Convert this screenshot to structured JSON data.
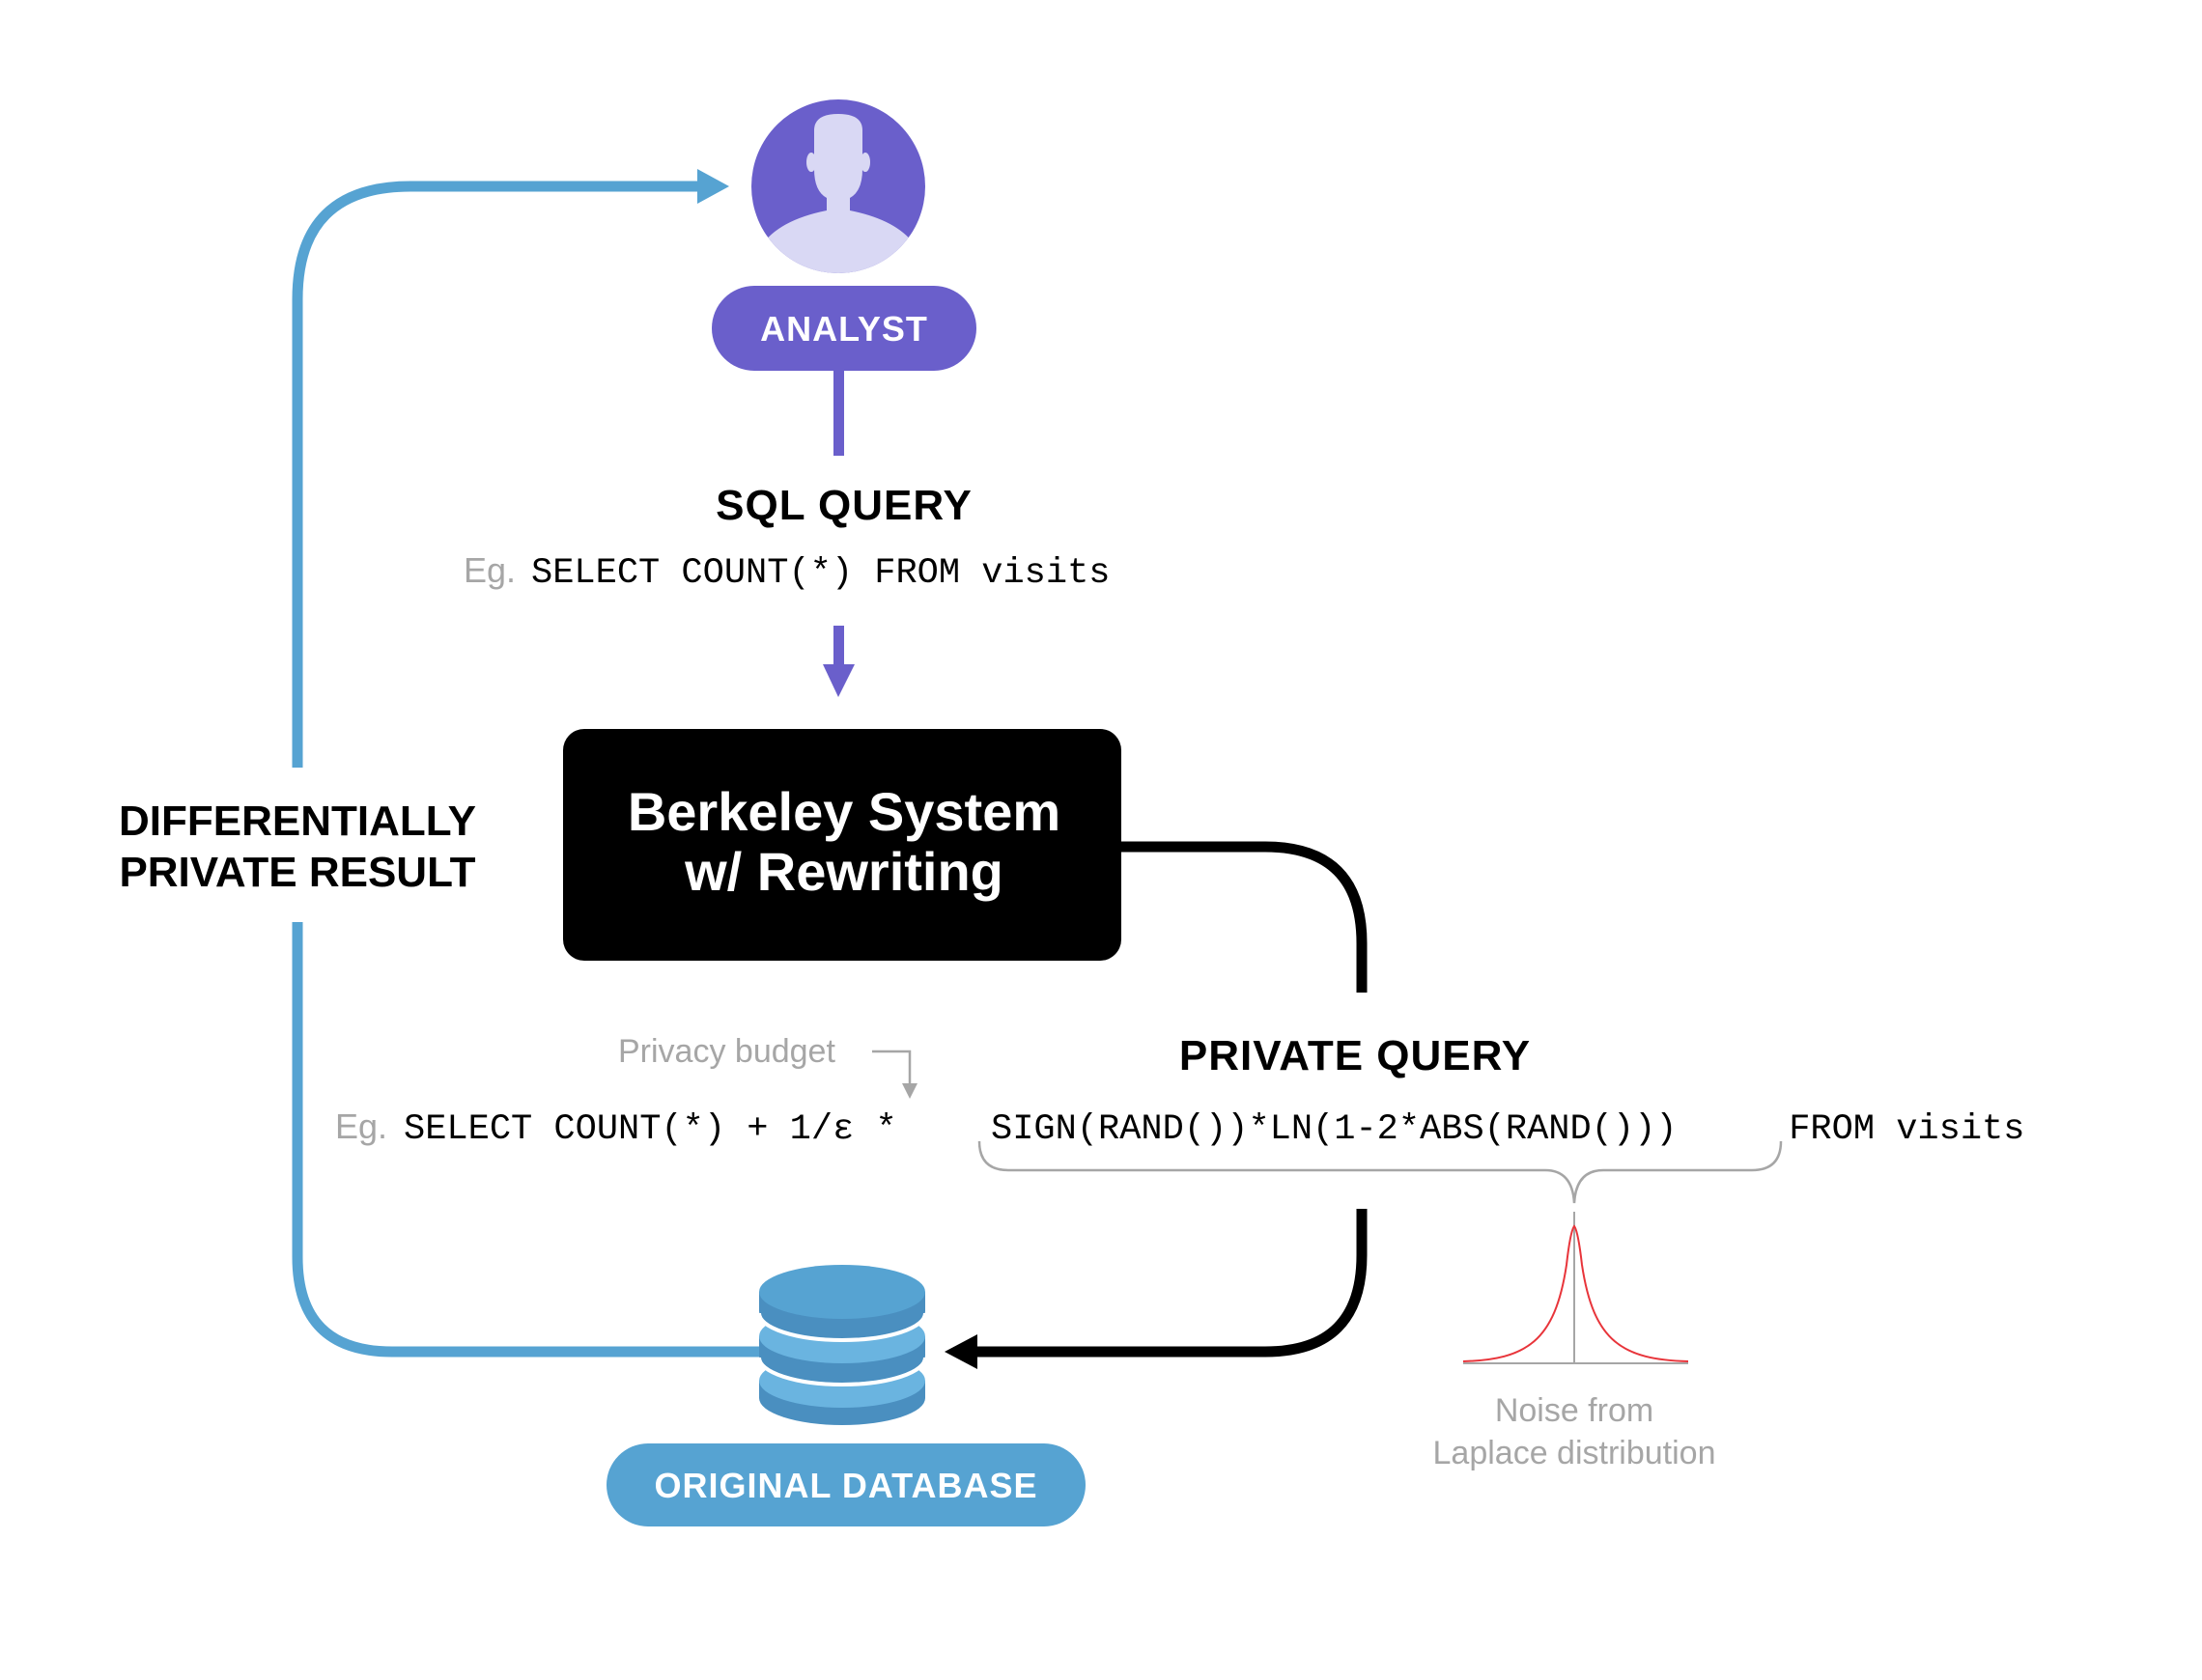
{
  "analyst": {
    "label": "ANALYST",
    "icon": "user-silhouette-icon"
  },
  "sql_query": {
    "title": "SQL QUERY",
    "eg_prefix": "Eg.",
    "code": "SELECT COUNT(*) FROM visits"
  },
  "system": {
    "line1": "Berkeley System",
    "line2": "w/ Rewriting"
  },
  "private_query": {
    "title": "PRIVATE QUERY",
    "budget_label": "Privacy budget",
    "eg_prefix": "Eg.",
    "code_prefix": "SELECT COUNT(*) + 1/ε * ",
    "code_noise": "SIGN(RAND())*LN(1-2*ABS(RAND()))",
    "code_suffix": " FROM visits"
  },
  "noise": {
    "line1": "Noise from",
    "line2": "Laplace distribution",
    "icon": "laplace-curve-icon"
  },
  "result": {
    "line1": "DIFFERENTIALLY",
    "line2": "PRIVATE RESULT"
  },
  "database": {
    "label": "ORIGINAL DATABASE",
    "icon": "database-icon"
  },
  "colors": {
    "purple": "#6a5fcb",
    "purple_light": "#d9d8f4",
    "blue": "#56a3d2",
    "blue_dark": "#4a8fc0",
    "blue_light": "#6ab4e0",
    "black": "#000000",
    "gray": "#a6a6a6",
    "red": "#e8343a"
  }
}
